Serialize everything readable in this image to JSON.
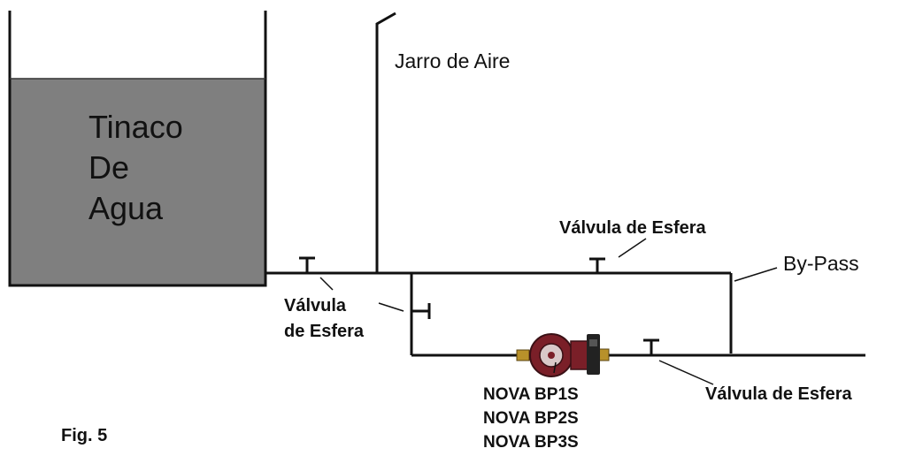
{
  "colors": {
    "line": "#111111",
    "tank_fill": "#7f7f7f",
    "pump_body": "#7a1f28",
    "pump_dark": "#3a1015",
    "pump_brass": "#b8912a",
    "pump_face": "#d9c9c9"
  },
  "tank": {
    "label_lines": [
      "Tinaco",
      "De",
      "Agua"
    ]
  },
  "labels": {
    "air_pipe": "Jarro de Aire",
    "bypass": "By-Pass",
    "valve_top": "Válvula de Esfera",
    "valve_left_line1": "Válvula",
    "valve_left_line2": "de Esfera",
    "valve_bottom_right": "Válvula de Esfera",
    "pump_models": [
      "NOVA BP1S",
      "NOVA BP2S",
      "NOVA BP3S"
    ],
    "figure": "Fig. 5"
  },
  "icons": {
    "valve": "ball-valve-icon",
    "pump": "circulation-pump-icon"
  }
}
